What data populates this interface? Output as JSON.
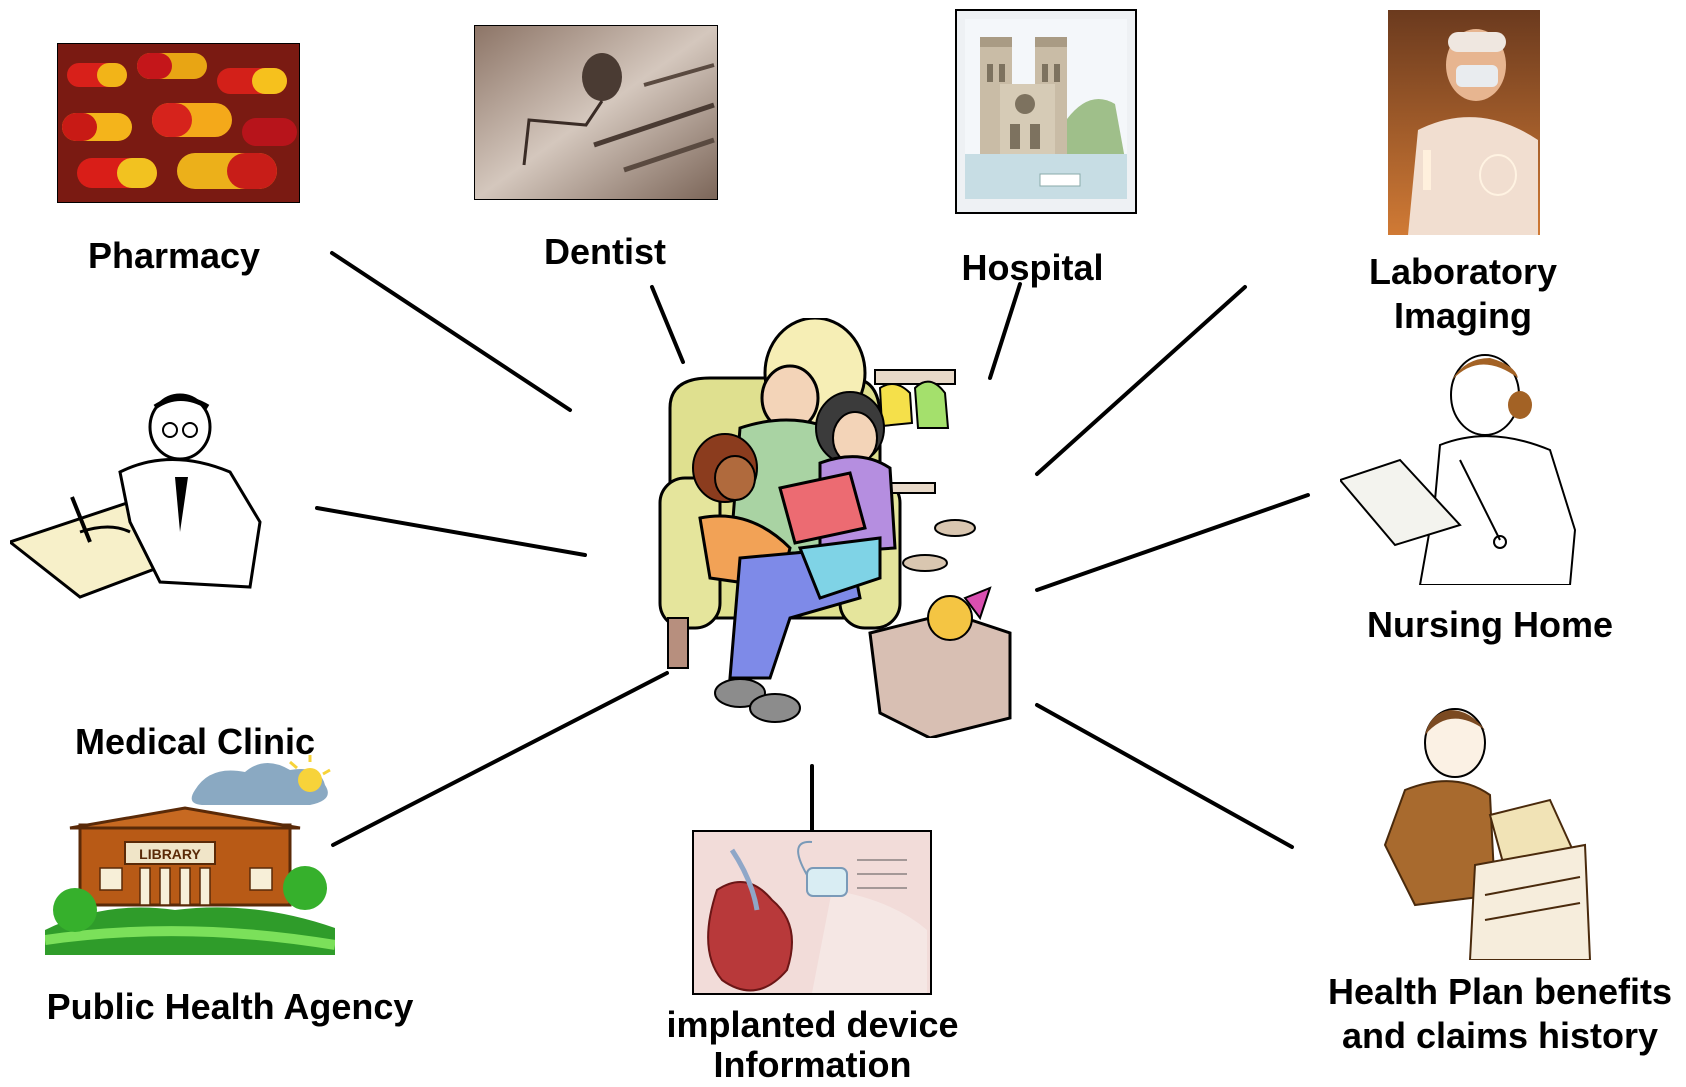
{
  "nodes": {
    "pharmacy": {
      "label": "Pharmacy",
      "icon": "pills-photo-icon"
    },
    "dentist": {
      "label": "Dentist",
      "icon": "dental-tools-photo-icon"
    },
    "hospital": {
      "label": "Hospital",
      "icon": "cathedral-hospital-icon"
    },
    "laboratory": {
      "label_line1": "Laboratory",
      "label_line2": "Imaging",
      "icon": "lab-technician-photo-icon"
    },
    "nursing_home": {
      "label": "Nursing Home",
      "icon": "nurse-clipboard-icon"
    },
    "health_plan": {
      "label_line1": "Health Plan benefits",
      "label_line2": "and claims history",
      "icon": "clerk-filing-icon"
    },
    "implanted_device": {
      "label_line1": "implanted device",
      "label_line2": "Information",
      "icon": "pacemaker-chest-icon"
    },
    "medical_clinic": {
      "label": "Medical Clinic",
      "icon": "library-building-icon"
    },
    "public_health": {
      "label": "Public Health Agency"
    },
    "physician": {
      "icon": "doctor-writing-icon"
    },
    "center": {
      "icon": "family-reading-icon"
    }
  },
  "library_sign": "LIBRARY"
}
